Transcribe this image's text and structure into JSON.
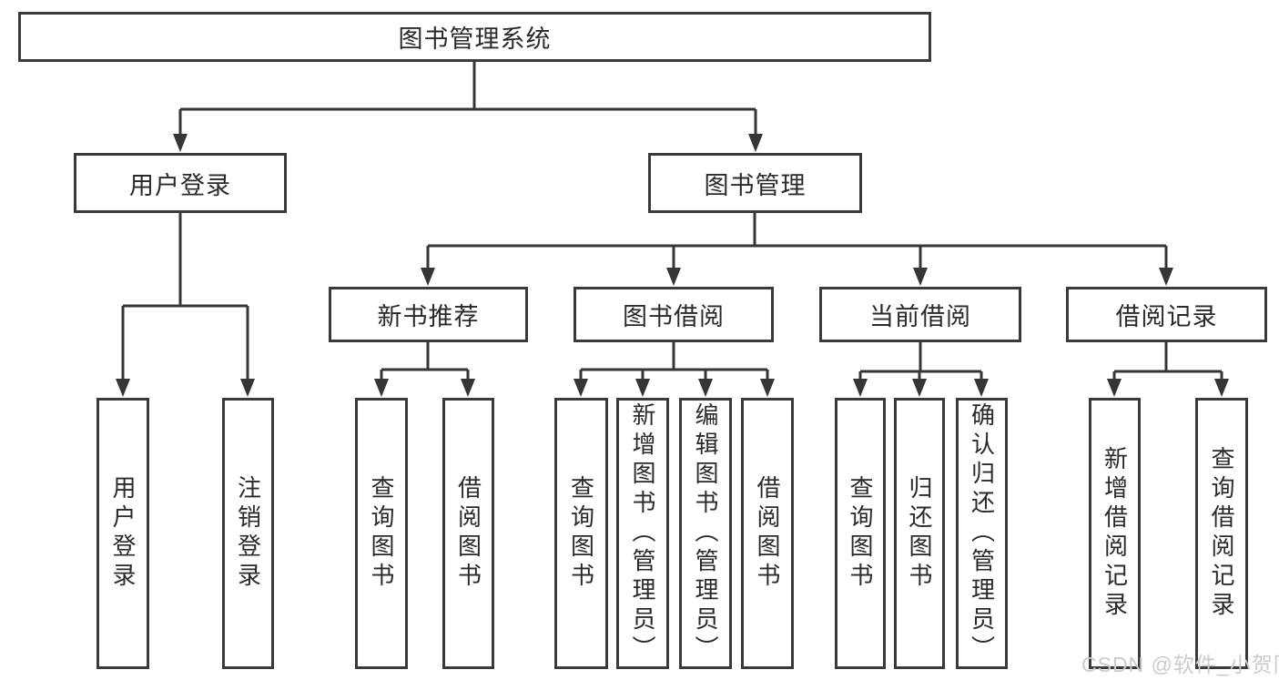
{
  "tree": {
    "root": "图书管理系统",
    "branches": [
      {
        "label": "用户登录",
        "children": [
          "用户登录",
          "注销登录"
        ]
      },
      {
        "label": "图书管理",
        "groups": [
          {
            "label": "新书推荐",
            "children": [
              "查询图书",
              "借阅图书"
            ]
          },
          {
            "label": "图书借阅",
            "children": [
              "查询图书",
              "新增图书（管理员）",
              "编辑图书（管理员）",
              "借阅图书"
            ]
          },
          {
            "label": "当前借阅",
            "children": [
              "查询图书",
              "归还图书",
              "确认归还（管理员）"
            ]
          },
          {
            "label": "借阅记录",
            "children": [
              "新增借阅记录",
              "查询借阅记录"
            ]
          }
        ]
      }
    ]
  },
  "watermark": {
    "text": "CSDN @软件_小贺同学"
  },
  "colors": {
    "line": "#363636",
    "border": "#3a3a3a",
    "text": "#2a2a2a",
    "background": "#ffffff",
    "watermark": "#cbcbcb"
  }
}
